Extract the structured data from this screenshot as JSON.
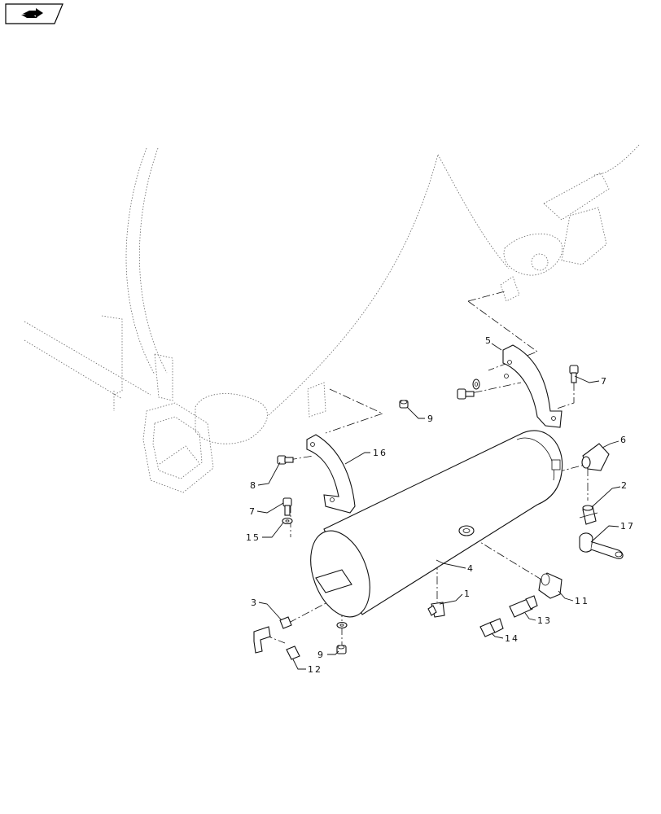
{
  "nav_badge": {
    "icon": "arrow-right-icon",
    "color": "#000000"
  },
  "callouts": [
    {
      "label": "1"
    },
    {
      "label": "2"
    },
    {
      "label": "3"
    },
    {
      "label": "4"
    },
    {
      "label": "5"
    },
    {
      "label": "6"
    },
    {
      "label": "7"
    },
    {
      "label": "7"
    },
    {
      "label": "8"
    },
    {
      "label": "9"
    },
    {
      "label": "9"
    },
    {
      "label": "11"
    },
    {
      "label": "12"
    },
    {
      "label": "13"
    },
    {
      "label": "14"
    },
    {
      "label": "15"
    },
    {
      "label": "16"
    },
    {
      "label": "17"
    }
  ]
}
